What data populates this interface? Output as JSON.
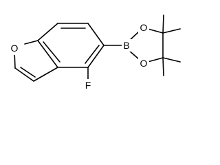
{
  "molecule": {
    "atoms": {
      "furan_oxygen": "O",
      "fluorine": "F",
      "boron": "B",
      "dioxaborolane_oxygen_top": "O",
      "dioxaborolane_oxygen_bottom": "O"
    }
  }
}
